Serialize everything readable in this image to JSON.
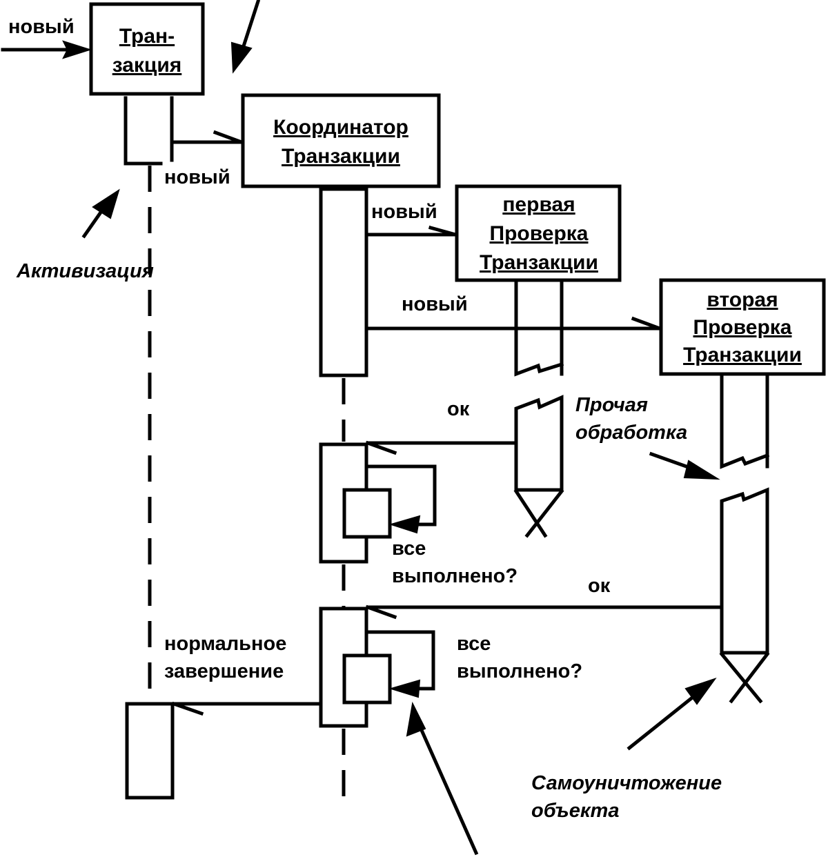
{
  "diagram": {
    "type": "uml-sequence-diagram",
    "objects": [
      {
        "id": "transaction",
        "lines": [
          "Тран-",
          "закция"
        ]
      },
      {
        "id": "coordinator",
        "lines": [
          "Координатор",
          "Транзакции"
        ]
      },
      {
        "id": "first-check",
        "lines": [
          "первая",
          "Проверка",
          "Транзакции"
        ]
      },
      {
        "id": "second-check",
        "lines": [
          "вторая",
          "Проверка",
          "Транзакции"
        ]
      }
    ],
    "messages": {
      "create_transaction": "новый",
      "create_coordinator": "новый",
      "create_first_check": "новый",
      "create_second_check": "новый",
      "ok_first": "ок",
      "ok_second": "ок",
      "self_check_1": [
        "все",
        "выполнено?"
      ],
      "self_check_2": [
        "все",
        "выполнено?"
      ],
      "normal_completion": [
        "нормальное",
        "завершение"
      ]
    },
    "annotations": {
      "activation": "Активизация",
      "other_processing": [
        "Прочая",
        "обработка"
      ],
      "self_destruction": [
        "Самоуничтожение",
        "объекта"
      ]
    },
    "colors": {
      "ink": "#000000",
      "paper": "#ffffff"
    }
  }
}
